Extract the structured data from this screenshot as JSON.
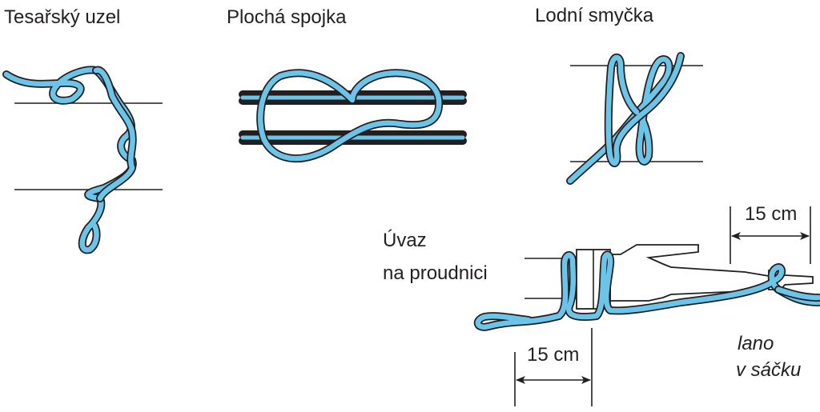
{
  "knots": [
    {
      "title": "Tesařský uzel"
    },
    {
      "title": "Plochá spojka"
    },
    {
      "title": "Lodní smyčka"
    }
  ],
  "hose_hitch": {
    "title_line1": "Úvaz",
    "title_line2": "na proudnici",
    "dimension_top": "15 cm",
    "dimension_bottom": "15 cm",
    "rope_note_line1": "lano",
    "rope_note_line2": "v sáčku"
  },
  "colors": {
    "rope": "#6cc4e8",
    "outline": "#231f20"
  }
}
